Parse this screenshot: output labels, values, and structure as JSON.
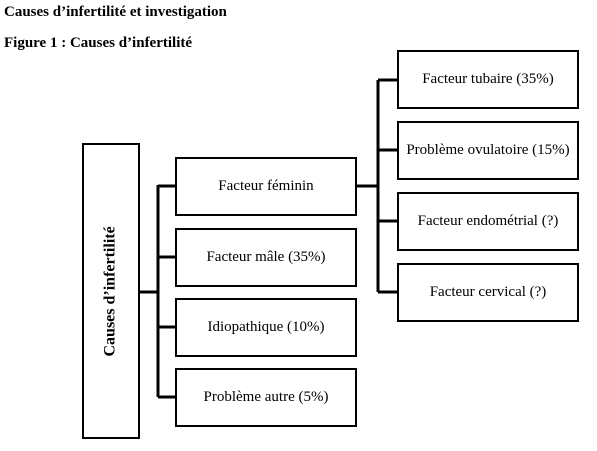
{
  "headings": {
    "main": "Causes d’infertilité et investigation",
    "figure": "Figure 1 : Causes d’infertilité"
  },
  "diagram": {
    "root": "Causes d’infertilité",
    "categories": [
      "Facteur féminin",
      "Facteur mâle (35%)",
      "Idiopathique (10%)",
      "Problème autre (5%)"
    ],
    "female_subfactors": [
      "Facteur tubaire (35%)",
      "Problème ovulatoire (15%)",
      "Facteur endométrial (?)",
      "Facteur cervical (?)"
    ]
  }
}
